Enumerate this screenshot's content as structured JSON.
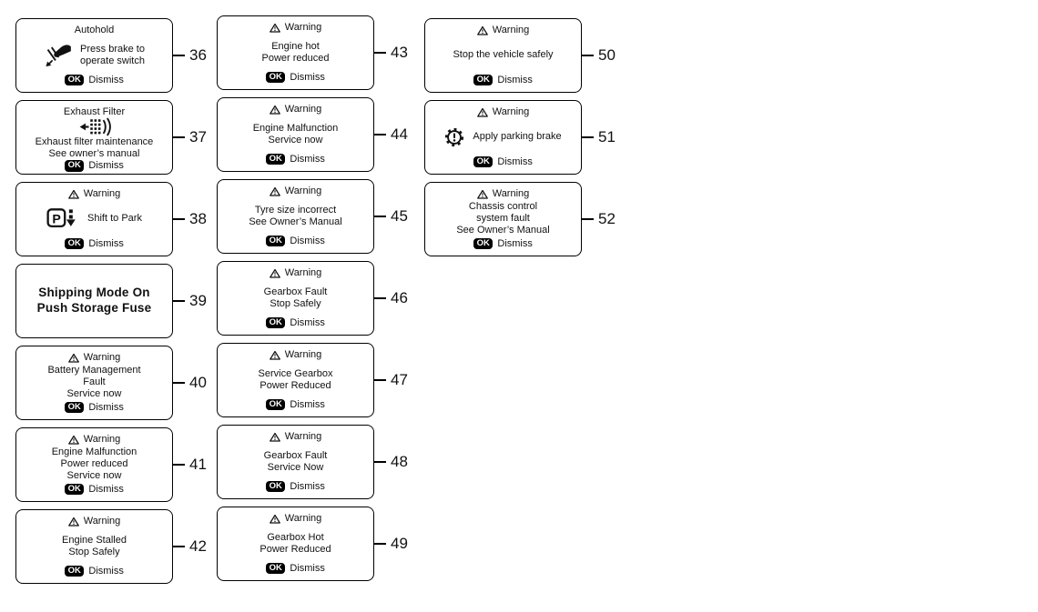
{
  "shared": {
    "warning_label": "Warning",
    "ok_label": "OK",
    "dismiss_label": "Dismiss"
  },
  "colors": {
    "line": "#000000",
    "text": "#111111",
    "badge_bg": "#000000",
    "badge_text": "#ffffff",
    "background": "#ffffff"
  },
  "columns": [
    {
      "items": [
        {
          "num": "36",
          "title": "Autohold",
          "warning": false,
          "icon": "brake-pedal-icon",
          "icon_position": "left",
          "lines": [
            "Press brake to",
            "operate switch"
          ],
          "dismiss": true
        },
        {
          "num": "37",
          "title": "Exhaust Filter",
          "warning": false,
          "icon": "exhaust-filter-icon",
          "icon_position": "center",
          "lines": [
            "Exhaust filter maintenance",
            "See owner’s manual"
          ],
          "dismiss": true
        },
        {
          "num": "38",
          "warning": true,
          "icon": "shift-to-park-icon",
          "icon_position": "left",
          "lines": [
            "Shift to Park"
          ],
          "dismiss": true
        },
        {
          "num": "39",
          "warning": false,
          "emphasis": true,
          "lines": [
            "Shipping Mode On",
            "Push Storage Fuse"
          ],
          "dismiss": false
        },
        {
          "num": "40",
          "warning": true,
          "lines": [
            "Battery Management",
            "Fault",
            "Service now"
          ],
          "dismiss": true
        },
        {
          "num": "41",
          "warning": true,
          "lines": [
            "Engine Malfunction",
            "Power reduced",
            "Service now"
          ],
          "dismiss": true
        },
        {
          "num": "42",
          "warning": true,
          "lines": [
            "Engine Stalled",
            "Stop Safely"
          ],
          "dismiss": true
        }
      ]
    },
    {
      "items": [
        {
          "num": "43",
          "warning": true,
          "lines": [
            "Engine hot",
            "Power reduced"
          ],
          "dismiss": true
        },
        {
          "num": "44",
          "warning": true,
          "lines": [
            "Engine Malfunction",
            "Service now"
          ],
          "dismiss": true
        },
        {
          "num": "45",
          "warning": true,
          "lines": [
            "Tyre size incorrect",
            "See Owner’s Manual"
          ],
          "dismiss": true
        },
        {
          "num": "46",
          "warning": true,
          "lines": [
            "Gearbox Fault",
            "Stop Safely"
          ],
          "dismiss": true
        },
        {
          "num": "47",
          "warning": true,
          "lines": [
            "Service Gearbox",
            "Power Reduced"
          ],
          "dismiss": true
        },
        {
          "num": "48",
          "warning": true,
          "lines": [
            "Gearbox Fault",
            "Service Now"
          ],
          "dismiss": true
        },
        {
          "num": "49",
          "warning": true,
          "lines": [
            "Gearbox Hot",
            "Power Reduced"
          ],
          "dismiss": true
        }
      ]
    },
    {
      "items": [
        {
          "num": "50",
          "warning": true,
          "lines": [
            "Stop the vehicle safely"
          ],
          "dismiss": true
        },
        {
          "num": "51",
          "warning": true,
          "icon": "gear-warning-icon",
          "icon_position": "left",
          "lines": [
            "Apply parking brake"
          ],
          "dismiss": true
        },
        {
          "num": "52",
          "warning": true,
          "lines": [
            "Chassis control",
            "system fault",
            "See Owner’s Manual"
          ],
          "dismiss": true
        }
      ]
    }
  ]
}
